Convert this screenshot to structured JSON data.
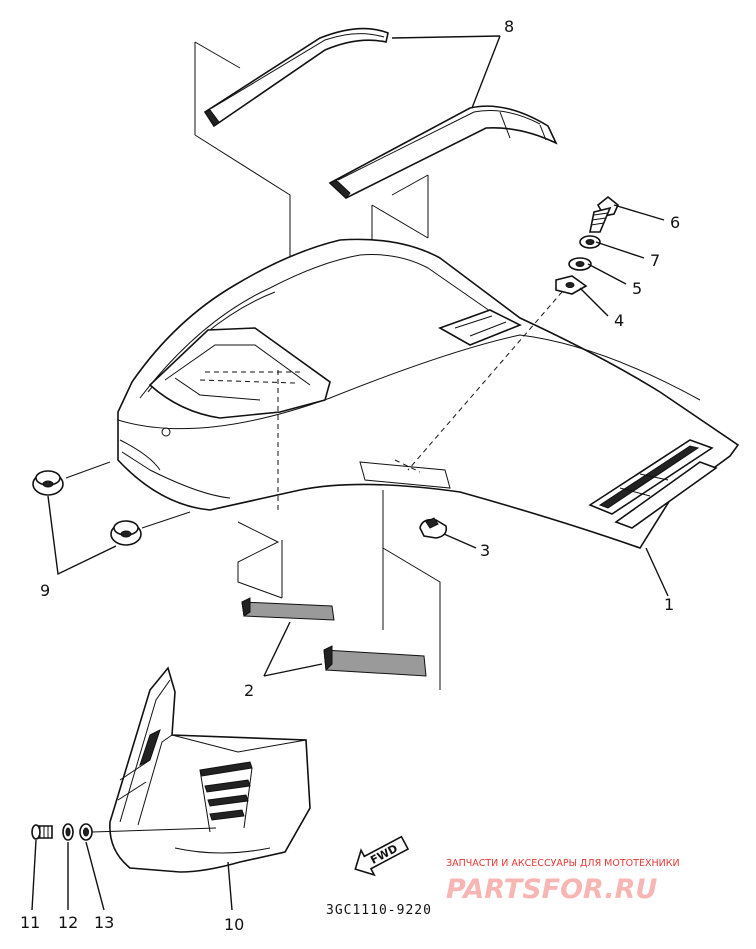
{
  "diagram": {
    "part_callouts": [
      "1",
      "2",
      "3",
      "4",
      "5",
      "6",
      "7",
      "8",
      "9",
      "10",
      "11",
      "12",
      "13"
    ],
    "direction_label": "FWD",
    "drawing_code": "3GC1110-9220"
  },
  "watermark": {
    "tagline": "ЗАПЧАСТИ И АКСЕССУАРЫ ДЛЯ МОТОТЕХНИКИ",
    "brand": "PARTSFOR.RU"
  },
  "colors": {
    "line": "#111111",
    "watermark_red": "#e53935",
    "watermark_pink": "#f7b6b3"
  }
}
